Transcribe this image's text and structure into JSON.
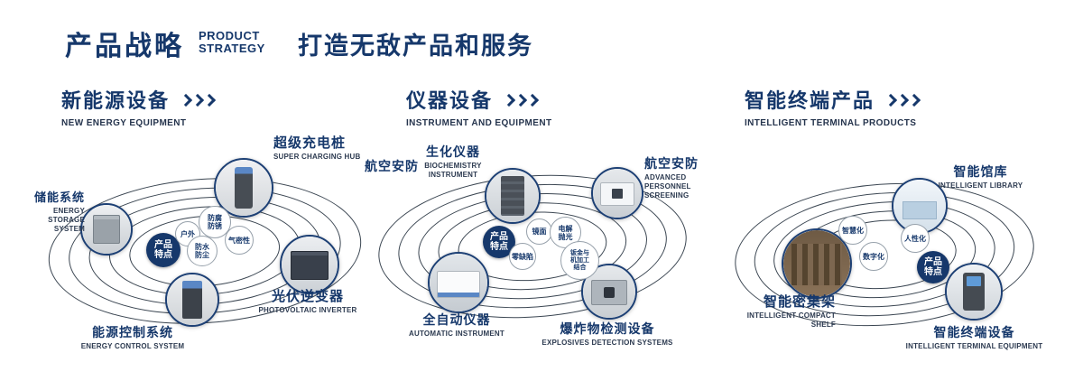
{
  "colors": {
    "navy": "#16386B",
    "line": "#3b4652"
  },
  "header": {
    "title_cn": "产品战略",
    "title_en_line1": "PRODUCT",
    "title_en_line2": "STRATEGY",
    "slogan": "打造无敌产品和服务"
  },
  "sections": [
    {
      "title": "新能源设备",
      "subtitle": "NEW ENERGY EQUIPMENT",
      "badge": "产品特点",
      "nodes": [
        {
          "label": "储能系统",
          "sublabel": "ENERGY STORAGE SYSTEM"
        },
        {
          "label": "超级充电桩",
          "sublabel": "SUPER CHARGING HUB"
        },
        {
          "label": "光伏逆变器",
          "sublabel": "PHOTOVOLTAIC INVERTER"
        },
        {
          "label": "能源控制系统",
          "sublabel": "ENERGY CONTROL SYSTEM"
        }
      ],
      "features": [
        "户外",
        "防腐防锈",
        "气密性",
        "防水防尘"
      ]
    },
    {
      "title": "仪器设备",
      "subtitle": "INSTRUMENT AND EQUIPMENT",
      "badge": "产品特点",
      "extra_label": "航空安防",
      "nodes": [
        {
          "label": "生化仪器",
          "sublabel": "BIOCHEMISTRY INSTRUMENT"
        },
        {
          "label": "航空安防",
          "sublabel": "ADVANCED PERSONNEL SCREENING"
        },
        {
          "label": "全自动仪器",
          "sublabel": "AUTOMATIC INSTRUMENT"
        },
        {
          "label": "爆炸物检测设备",
          "sublabel": "EXPLOSIVES DETECTION SYSTEMS"
        }
      ],
      "features": [
        "镜面",
        "电解抛光",
        "零缺陷",
        "钣金与机加工结合"
      ]
    },
    {
      "title": "智能终端产品",
      "subtitle": "INTELLIGENT TERMINAL PRODUCTS",
      "badge": "产品特点",
      "nodes": [
        {
          "label": "智能馆库",
          "sublabel": "INTELLIGENT LIBRARY"
        },
        {
          "label": "智能密集架",
          "sublabel": "INTELLIGENT COMPACT SHELF"
        },
        {
          "label": "智能终端设备",
          "sublabel": "INTELLIGENT TERMINAL EQUIPMENT"
        }
      ],
      "features": [
        "智慧化",
        "人性化",
        "数字化"
      ]
    }
  ]
}
